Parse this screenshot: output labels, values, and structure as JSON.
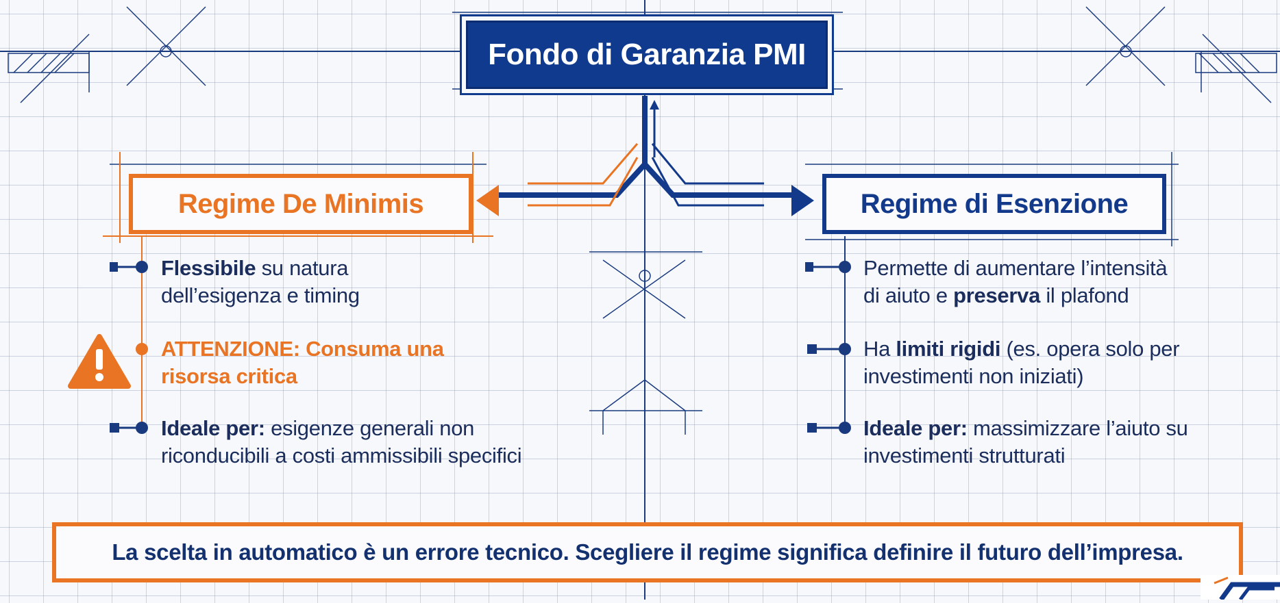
{
  "title": "Fondo di Garanzia PMI",
  "left": {
    "heading": "Regime De Minimis",
    "items": [
      {
        "line1_bold": "Flessibile",
        "line1_rest": " su natura",
        "line2": "dell’esigenza e timing"
      },
      {
        "line1": "ATTENZIONE: Consuma una",
        "line2": "risorsa critica"
      },
      {
        "line1_bold": "Ideale per:",
        "line1_rest": " esigenze generali non",
        "line2": "riconducibili a costi ammissibili specifici"
      }
    ]
  },
  "right": {
    "heading": "Regime di Esenzione",
    "items": [
      {
        "line1": "Permette di aumentare l’intensità",
        "line2_pre": "di aiuto e ",
        "line2_bold": "preserva",
        "line2_post": " il plafond"
      },
      {
        "line1_pre": "Ha ",
        "line1_bold": "limiti rigidi",
        "line1_post": " (es. opera solo per",
        "line2": "investimenti non iniziati)"
      },
      {
        "line1_bold": "Ideale per:",
        "line1_rest": " massimizzare l’aiuto su",
        "line2": "investimenti strutturati"
      }
    ]
  },
  "footer": "La scelta in automatico è un errore tecnico. Scegliere il regime significa definire il futuro dell’impresa.",
  "colors": {
    "navy": "#13398a",
    "orange": "#e87424",
    "background": "#f7f8fb"
  },
  "icons": [
    "warning-icon",
    "fork-arrow-icon",
    "bullet-node-icon"
  ]
}
